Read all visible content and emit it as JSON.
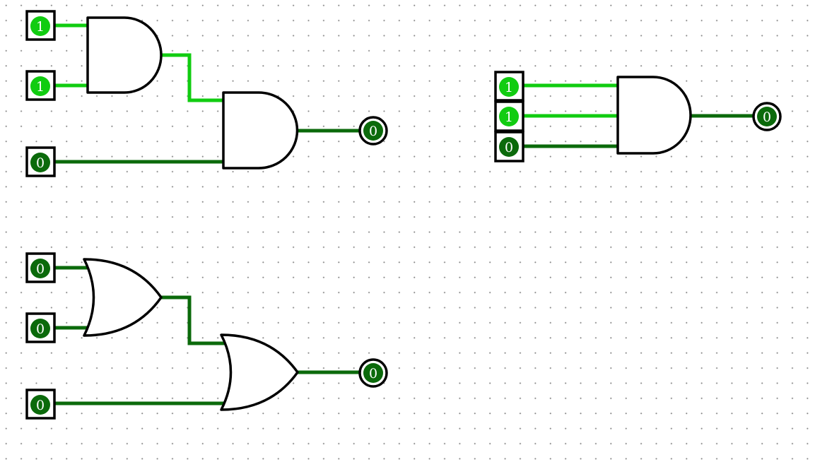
{
  "colors": {
    "high": "#11cc11",
    "low": "#0b6a0b",
    "outline": "#000000",
    "grid_dot": "#8a8a8a"
  },
  "circuit_top_left": {
    "inputs": [
      "1",
      "1",
      "0"
    ],
    "output": "0"
  },
  "circuit_bottom_left": {
    "inputs": [
      "0",
      "0",
      "0"
    ],
    "output": "0"
  },
  "circuit_right": {
    "inputs": [
      "1",
      "1",
      "0"
    ],
    "output": "0"
  }
}
